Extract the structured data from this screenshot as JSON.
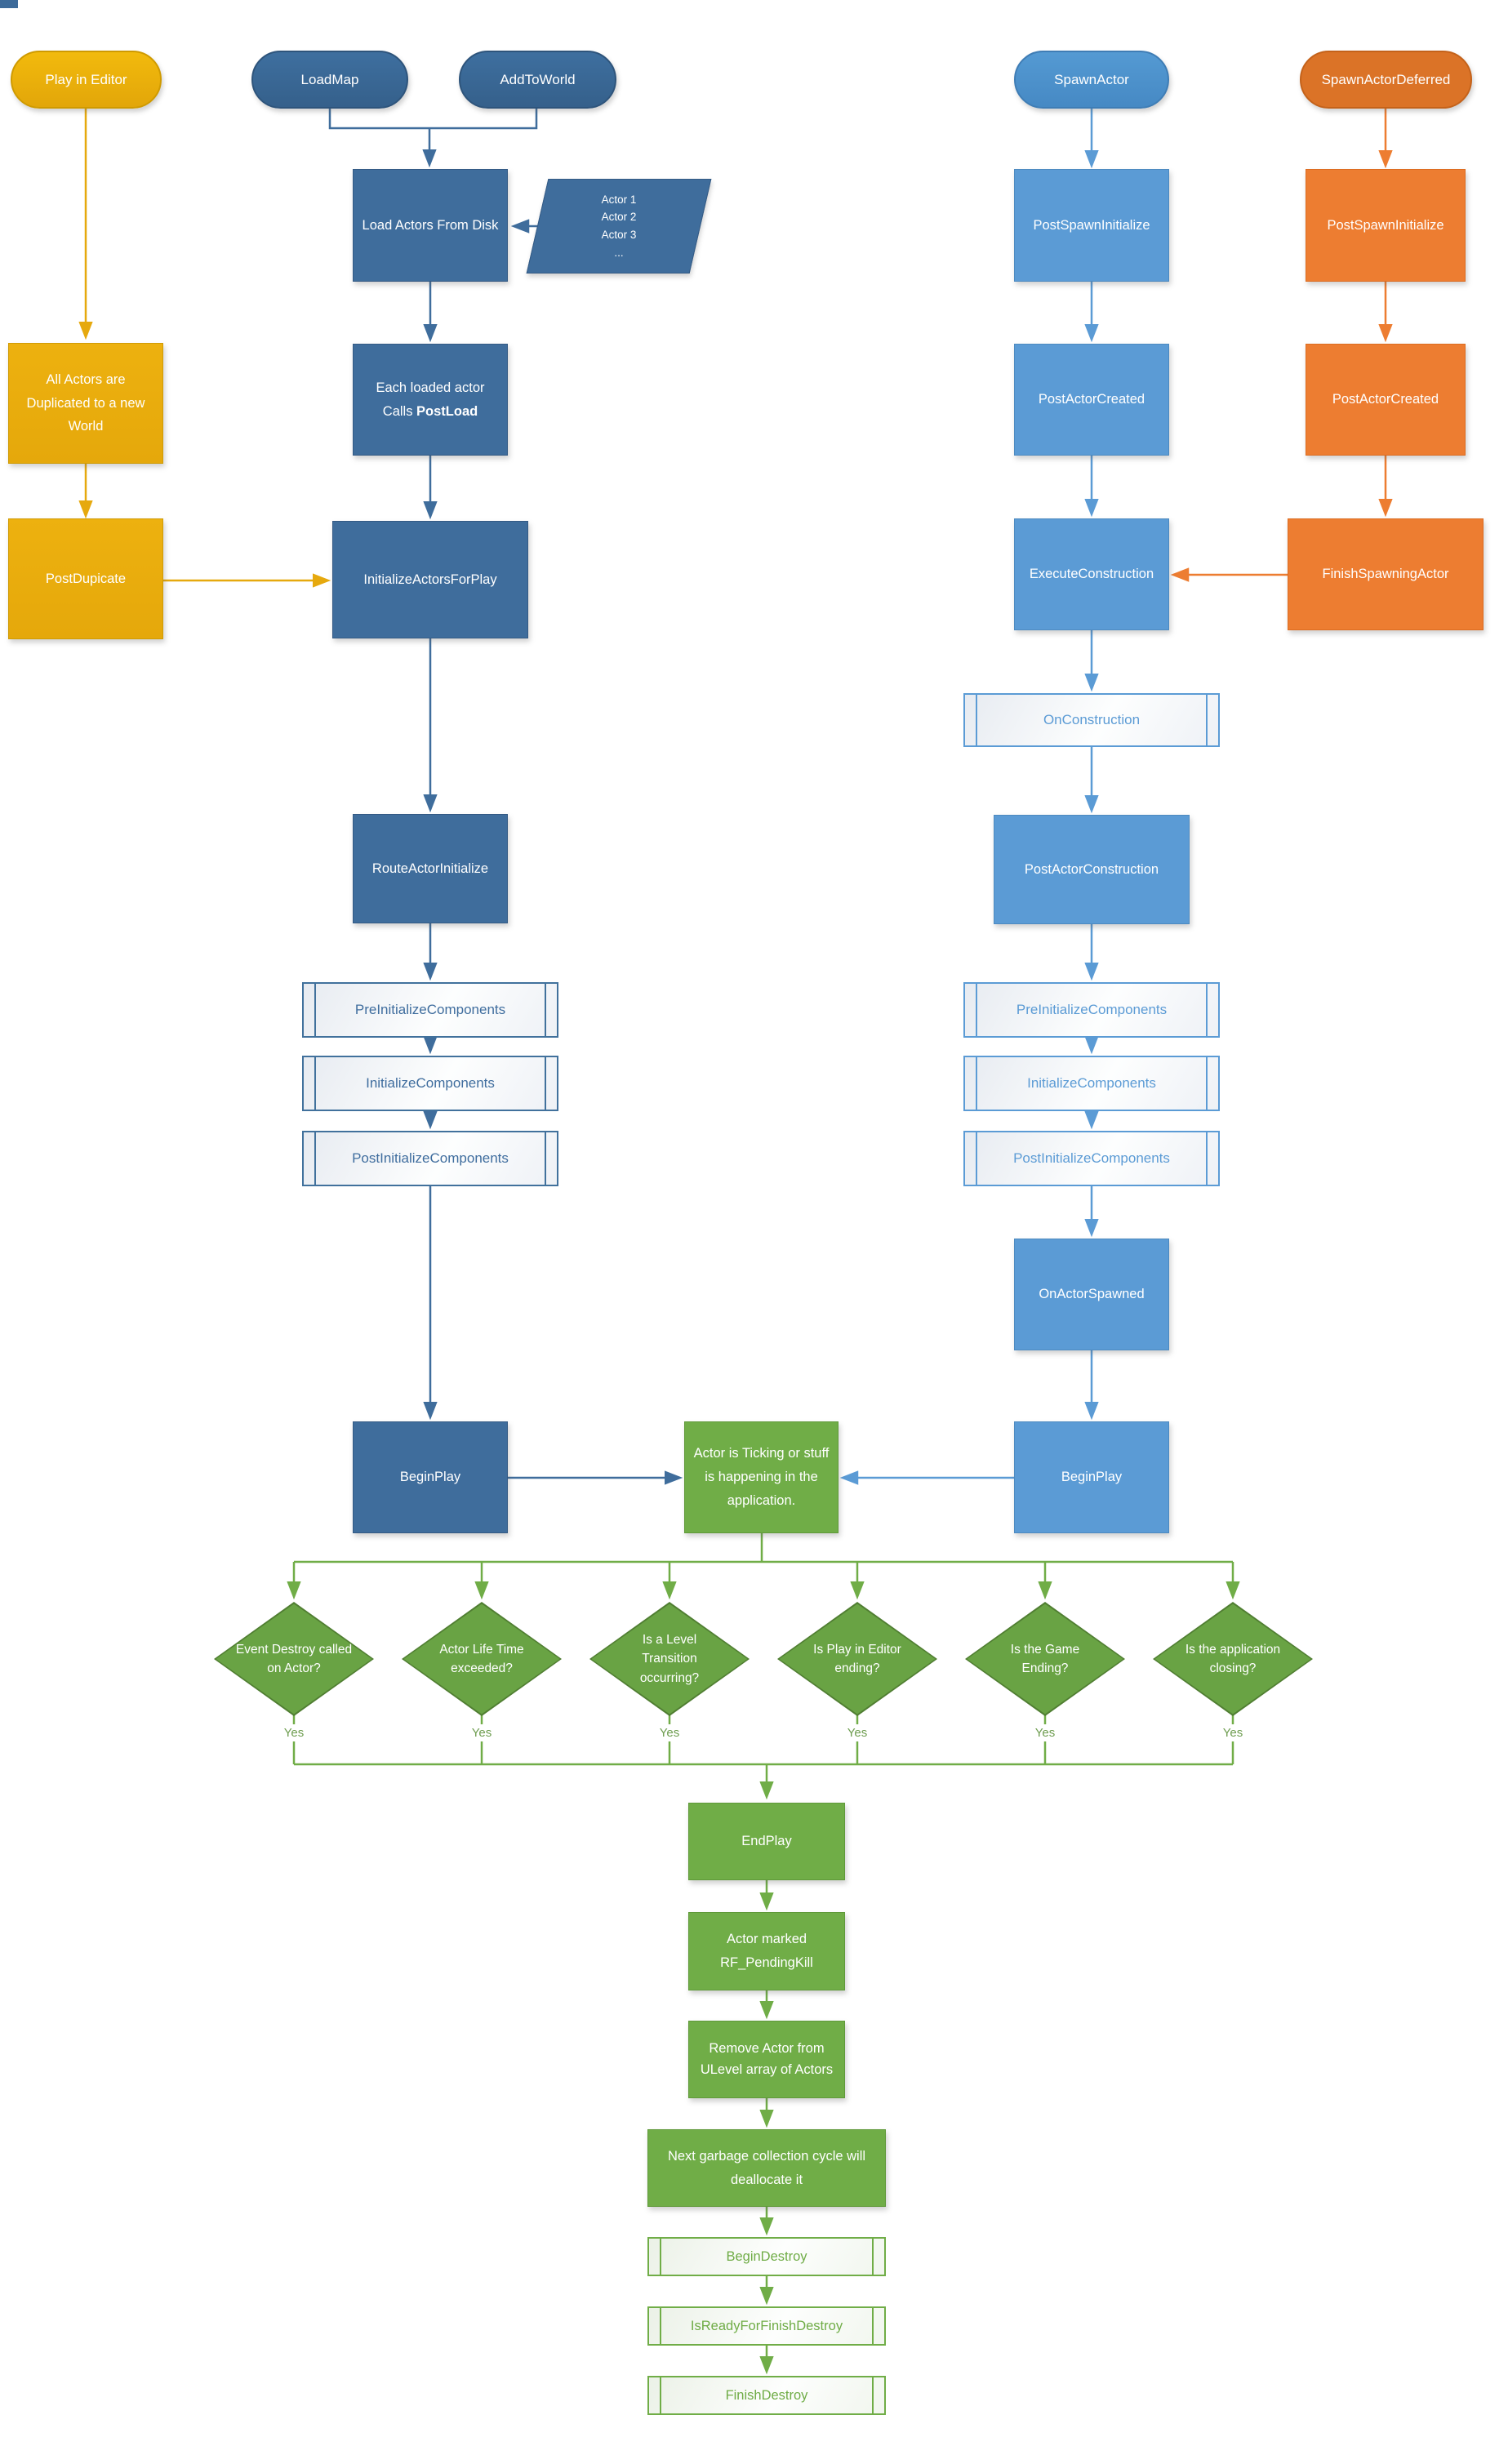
{
  "colors": {
    "dark_blue": "#3F6D9C",
    "light_blue": "#5B9BD5",
    "orange": "#ED7D31",
    "yellow": "#EDAE0D",
    "green": "#70AD47",
    "diamond_green": "#69A344"
  },
  "terminators": {
    "play_in_editor": "Play in Editor",
    "load_map": "LoadMap",
    "add_to_world": "AddToWorld",
    "spawn_actor": "SpawnActor",
    "spawn_actor_deferred": "SpawnActorDeferred"
  },
  "load_flow": {
    "load_actors_from_disk": "Load Actors From Disk",
    "actor_list": [
      "Actor 1",
      "Actor 2",
      "Actor 3",
      "..."
    ],
    "post_load_line1": "Each loaded actor",
    "post_load_line2_prefix": "Calls ",
    "post_load_line2_bold": "PostLoad",
    "initialize_actors_for_play": "InitializeActorsForPlay",
    "route_actor_initialize": "RouteActorInitialize",
    "pre_initialize_components": "PreInitializeComponents",
    "initialize_components": "InitializeComponents",
    "post_initialize_components": "PostInitializeComponents",
    "begin_play": "BeginPlay"
  },
  "editor_flow": {
    "all_actors_duplicated": "All Actors are Duplicated to a new World",
    "post_dupicate": "PostDupicate"
  },
  "spawn_flow": {
    "post_spawn_initialize": "PostSpawnInitialize",
    "post_actor_created": "PostActorCreated",
    "execute_construction": "ExecuteConstruction",
    "on_construction": "OnConstruction",
    "post_actor_construction": "PostActorConstruction",
    "pre_initialize_components": "PreInitializeComponents",
    "initialize_components": "InitializeComponents",
    "post_initialize_components": "PostInitializeComponents",
    "on_actor_spawned": "OnActorSpawned",
    "begin_play": "BeginPlay"
  },
  "deferred_flow": {
    "post_spawn_initialize": "PostSpawnInitialize",
    "post_actor_created": "PostActorCreated",
    "finish_spawning_actor": "FinishSpawningActor"
  },
  "runtime": {
    "ticking": "Actor is Ticking or stuff is happening in the application.",
    "decisions": [
      "Event Destroy called on Actor?",
      "Actor Life Time exceeded?",
      "Is a Level Transition occurring?",
      "Is Play in Editor ending?",
      "Is the Game Ending?",
      "Is the application closing?"
    ],
    "yes": "Yes"
  },
  "destroy_flow": {
    "end_play": "EndPlay",
    "actor_marked_pending_kill": "Actor marked RF_PendingKill",
    "remove_actor": "Remove Actor from ULevel array of Actors",
    "garbage_collection": "Next garbage collection cycle will deallocate it",
    "begin_destroy": "BeginDestroy",
    "is_ready_for_finish_destroy": "IsReadyForFinishDestroy",
    "finish_destroy": "FinishDestroy"
  }
}
